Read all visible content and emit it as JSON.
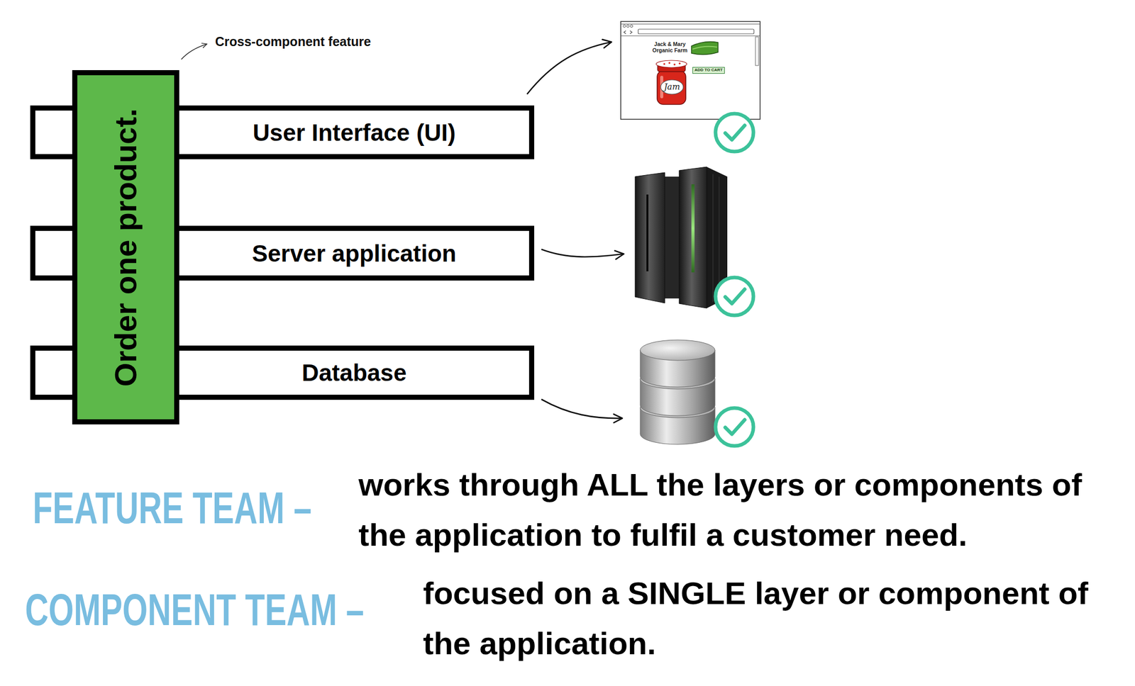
{
  "diagram": {
    "nodes": [
      {
        "text": [
          "Order one product."
        ]
      },
      {
        "text": [
          "User Interface (UI)"
        ]
      },
      {
        "text": [
          "Server application"
        ]
      },
      {
        "text": [
          "Database"
        ]
      }
    ],
    "labels": [
      "Cross-component feature",
      "Jack & Mary Organic Farm",
      "ADD TO CART",
      "Jam",
      "FEATURE TEAM –",
      "works through ALL the layers or components of the application to fulfil a customer need.",
      "COMPONENT TEAM –",
      "focused on a SINGLE layer or component of the application."
    ]
  }
}
